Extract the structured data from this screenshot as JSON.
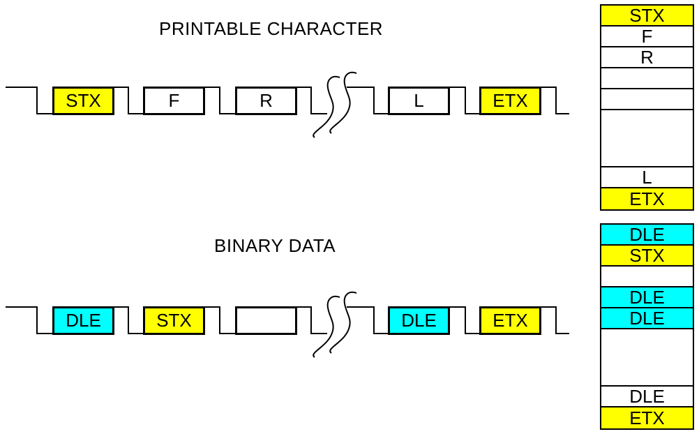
{
  "diagram": {
    "description": "Character framing diagram: printable character vs binary data (DLE stuffing)",
    "background_color": "#ffffff",
    "line_color": "#000000",
    "highlight_yellow": "#ffff00",
    "highlight_cyan": "#00ffff"
  },
  "printable": {
    "title": "PRINTABLE CHARACTER",
    "frame_boxes": [
      {
        "label": "STX",
        "color": "#ffff00"
      },
      {
        "label": "F",
        "color": "#ffffff"
      },
      {
        "label": "R",
        "color": "#ffffff"
      },
      {
        "label": "L",
        "color": "#ffffff"
      },
      {
        "label": "ETX",
        "color": "#ffff00"
      }
    ],
    "stack_rows": [
      {
        "label": "STX",
        "color": "#ffff00"
      },
      {
        "label": "F",
        "color": "#ffffff"
      },
      {
        "label": "R",
        "color": "#ffffff"
      },
      {
        "label": "",
        "color": "#ffffff"
      },
      {
        "label": "",
        "color": "#ffffff"
      },
      {
        "label": "",
        "color": "#ffffff"
      },
      {
        "label": "L",
        "color": "#ffffff"
      },
      {
        "label": "ETX",
        "color": "#ffff00"
      }
    ]
  },
  "binary": {
    "title": "BINARY DATA",
    "frame_boxes": [
      {
        "label": "DLE",
        "color": "#00ffff"
      },
      {
        "label": "STX",
        "color": "#ffff00"
      },
      {
        "label": "",
        "color": "#ffffff"
      },
      {
        "label": "DLE",
        "color": "#00ffff"
      },
      {
        "label": "ETX",
        "color": "#ffff00"
      }
    ],
    "stack_rows": [
      {
        "label": "DLE",
        "color": "#00ffff"
      },
      {
        "label": "STX",
        "color": "#ffff00"
      },
      {
        "label": "",
        "color": "#ffffff"
      },
      {
        "label": "DLE",
        "color": "#00ffff"
      },
      {
        "label": "DLE",
        "color": "#00ffff"
      },
      {
        "label": "",
        "color": "#ffffff"
      },
      {
        "label": "DLE",
        "color": "#ffffff"
      },
      {
        "label": "ETX",
        "color": "#ffff00"
      }
    ]
  }
}
